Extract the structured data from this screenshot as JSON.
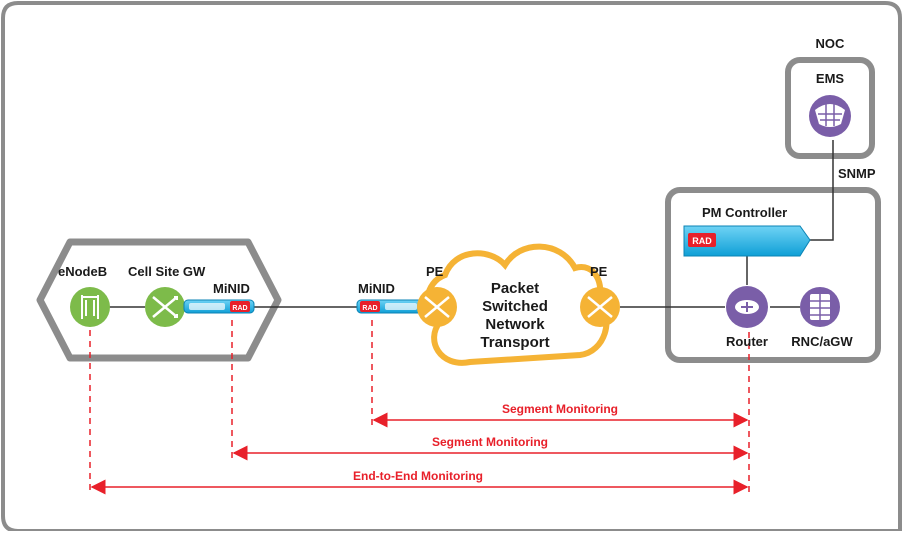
{
  "colors": {
    "frame": "#8c8c8c",
    "green_node": "#7dbb4a",
    "orange_node": "#f5b335",
    "purple_node": "#7a5ea8",
    "cyan_device": "#18b4ea",
    "rad_red": "#e8202a",
    "monitor_red": "#e8202a",
    "cloud_stroke": "#f5b335"
  },
  "cell_site": {
    "enodeb_label": "eNodeB",
    "gateway_label": "Cell Site GW",
    "minid_label": "MiNID",
    "minid_logo": "RAD"
  },
  "core": {
    "minid_label": "MiNID",
    "minid_logo": "RAD",
    "pe_left_label": "PE",
    "pe_right_label": "PE",
    "cloud_lines": [
      "Packet",
      "Switched",
      "Network",
      "Transport"
    ]
  },
  "noc": {
    "title": "NOC",
    "ems_label": "EMS",
    "protocol_label": "SNMP"
  },
  "control": {
    "pm_controller_label": "PM Controller",
    "pm_controller_logo": "RAD",
    "router_label": "Router",
    "rnc_label": "RNC/aGW"
  },
  "monitoring": {
    "segment_inner_label": "Segment Monitoring",
    "segment_outer_label": "Segment Monitoring",
    "end_to_end_label": "End-to-End Monitoring"
  }
}
